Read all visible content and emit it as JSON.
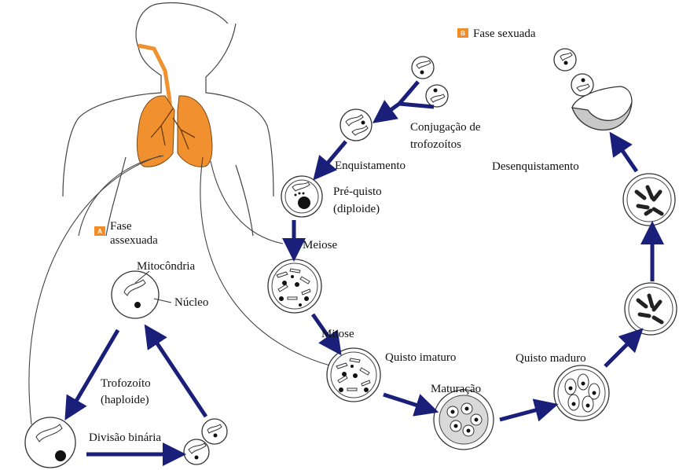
{
  "badges": {
    "a": "A",
    "b": "B",
    "color": "#f28c28"
  },
  "labels": {
    "fase_sexuada": "Fase sexuada",
    "fase_assexuada_1": "Fase",
    "fase_assexuada_2": "assexuada",
    "mitocondria": "Mitocôndria",
    "nucleo": "Núcleo",
    "trofozoito_1": "Trofozoíto",
    "trofozoito_2": "(haploide)",
    "divisao_binaria": "Divisão binária",
    "conjugacao_1": "Conjugação de",
    "conjugacao_2": "trofozoítos",
    "enquistamento": "Enquistamento",
    "pre_quisto_1": "Pré-quisto",
    "pre_quisto_2": "(diploide)",
    "meiose": "Meiose",
    "mitose": "Mitose",
    "quisto_imaturo": "Quisto imaturo",
    "maturacao": "Maturação",
    "quisto_maduro": "Quisto maduro",
    "desenquistamento": "Desenquistamento"
  },
  "colors": {
    "lung": "#f0902e",
    "arrow": "#1a1f7a"
  }
}
